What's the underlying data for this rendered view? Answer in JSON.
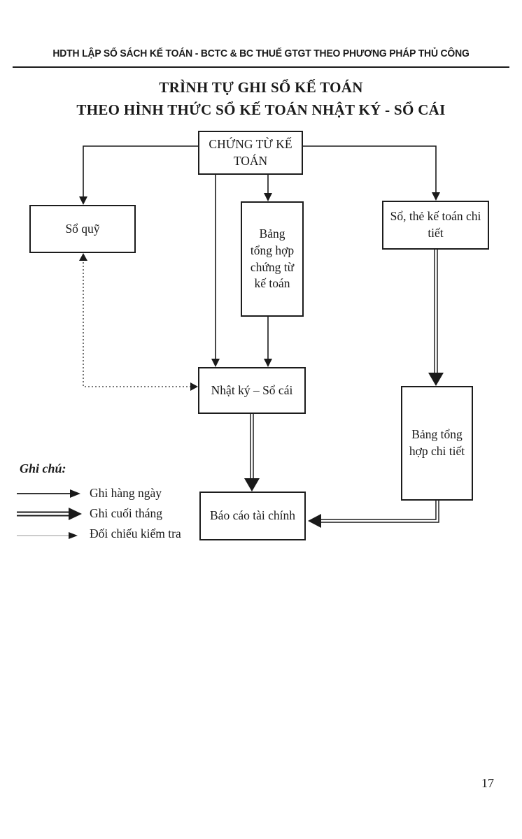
{
  "page": {
    "header": "HDTH LẬP SỔ SÁCH KẾ TOÁN - BCTC & BC THUẾ GTGT THEO PHƯƠNG PHÁP THỦ CÔNG",
    "title_line1": "TRÌNH TỰ GHI SỔ KẾ TOÁN",
    "title_line2": "THEO HÌNH THỨC SỔ KẾ TOÁN NHẬT KÝ - SỔ CÁI",
    "page_number": "17"
  },
  "diagram": {
    "nodes": [
      {
        "id": "chung-tu-ke-toan",
        "label": "CHỨNG TỪ KẾ TOÁN"
      },
      {
        "id": "so-quy",
        "label": "Sổ quỹ"
      },
      {
        "id": "bang-tong-hop-chung-tu",
        "label": "Bảng tổng hợp chứng từ kế toán"
      },
      {
        "id": "so-the-ke-toan-chi-tiet",
        "label": "Sổ, thẻ kế toán chi tiết"
      },
      {
        "id": "nhat-ky-so-cai",
        "label": "Nhật ký – Sổ cái"
      },
      {
        "id": "bang-tong-hop-chi-tiet",
        "label": "Bảng tổng hợp chi tiết"
      },
      {
        "id": "bao-cao-tai-chinh",
        "label": "Báo cáo tài chính"
      }
    ],
    "edges": [
      {
        "from": "Chứng từ kế toán",
        "to": "Sổ quỹ",
        "type": "ghi-hang-ngay"
      },
      {
        "from": "Chứng từ kế toán",
        "to": "Bảng tổng hợp chứng từ kế toán",
        "type": "ghi-hang-ngay"
      },
      {
        "from": "Chứng từ kế toán",
        "to": "Sổ, thẻ kế toán chi tiết",
        "type": "ghi-hang-ngay"
      },
      {
        "from": "Chứng từ kế toán",
        "to": "Nhật ký – Sổ cái",
        "type": "ghi-hang-ngay"
      },
      {
        "from": "Bảng tổng hợp chứng từ kế toán",
        "to": "Nhật ký – Sổ cái",
        "type": "ghi-hang-ngay"
      },
      {
        "from": "Sổ quỹ",
        "to": "Nhật ký – Sổ cái",
        "type": "doi-chieu-kiem-tra",
        "bidirectional": true
      },
      {
        "from": "Sổ, thẻ kế toán chi tiết",
        "to": "Bảng tổng hợp chi tiết",
        "type": "ghi-cuoi-thang"
      },
      {
        "from": "Nhật ký – Sổ cái",
        "to": "Báo cáo tài chính",
        "type": "ghi-cuoi-thang"
      },
      {
        "from": "Bảng tổng hợp chi tiết",
        "to": "Báo cáo tài chính",
        "type": "ghi-cuoi-thang"
      }
    ]
  },
  "legend": {
    "title": "Ghi chú:",
    "items": [
      {
        "style": "solid-arrow",
        "label": "Ghi hàng ngày"
      },
      {
        "style": "double-arrow",
        "label": "Ghi cuối tháng"
      },
      {
        "style": "dotted-arrow",
        "label": "Đối chiếu kiểm tra"
      }
    ]
  },
  "colors": {
    "ink": "#1a1a1a",
    "paper": "#ffffff"
  }
}
